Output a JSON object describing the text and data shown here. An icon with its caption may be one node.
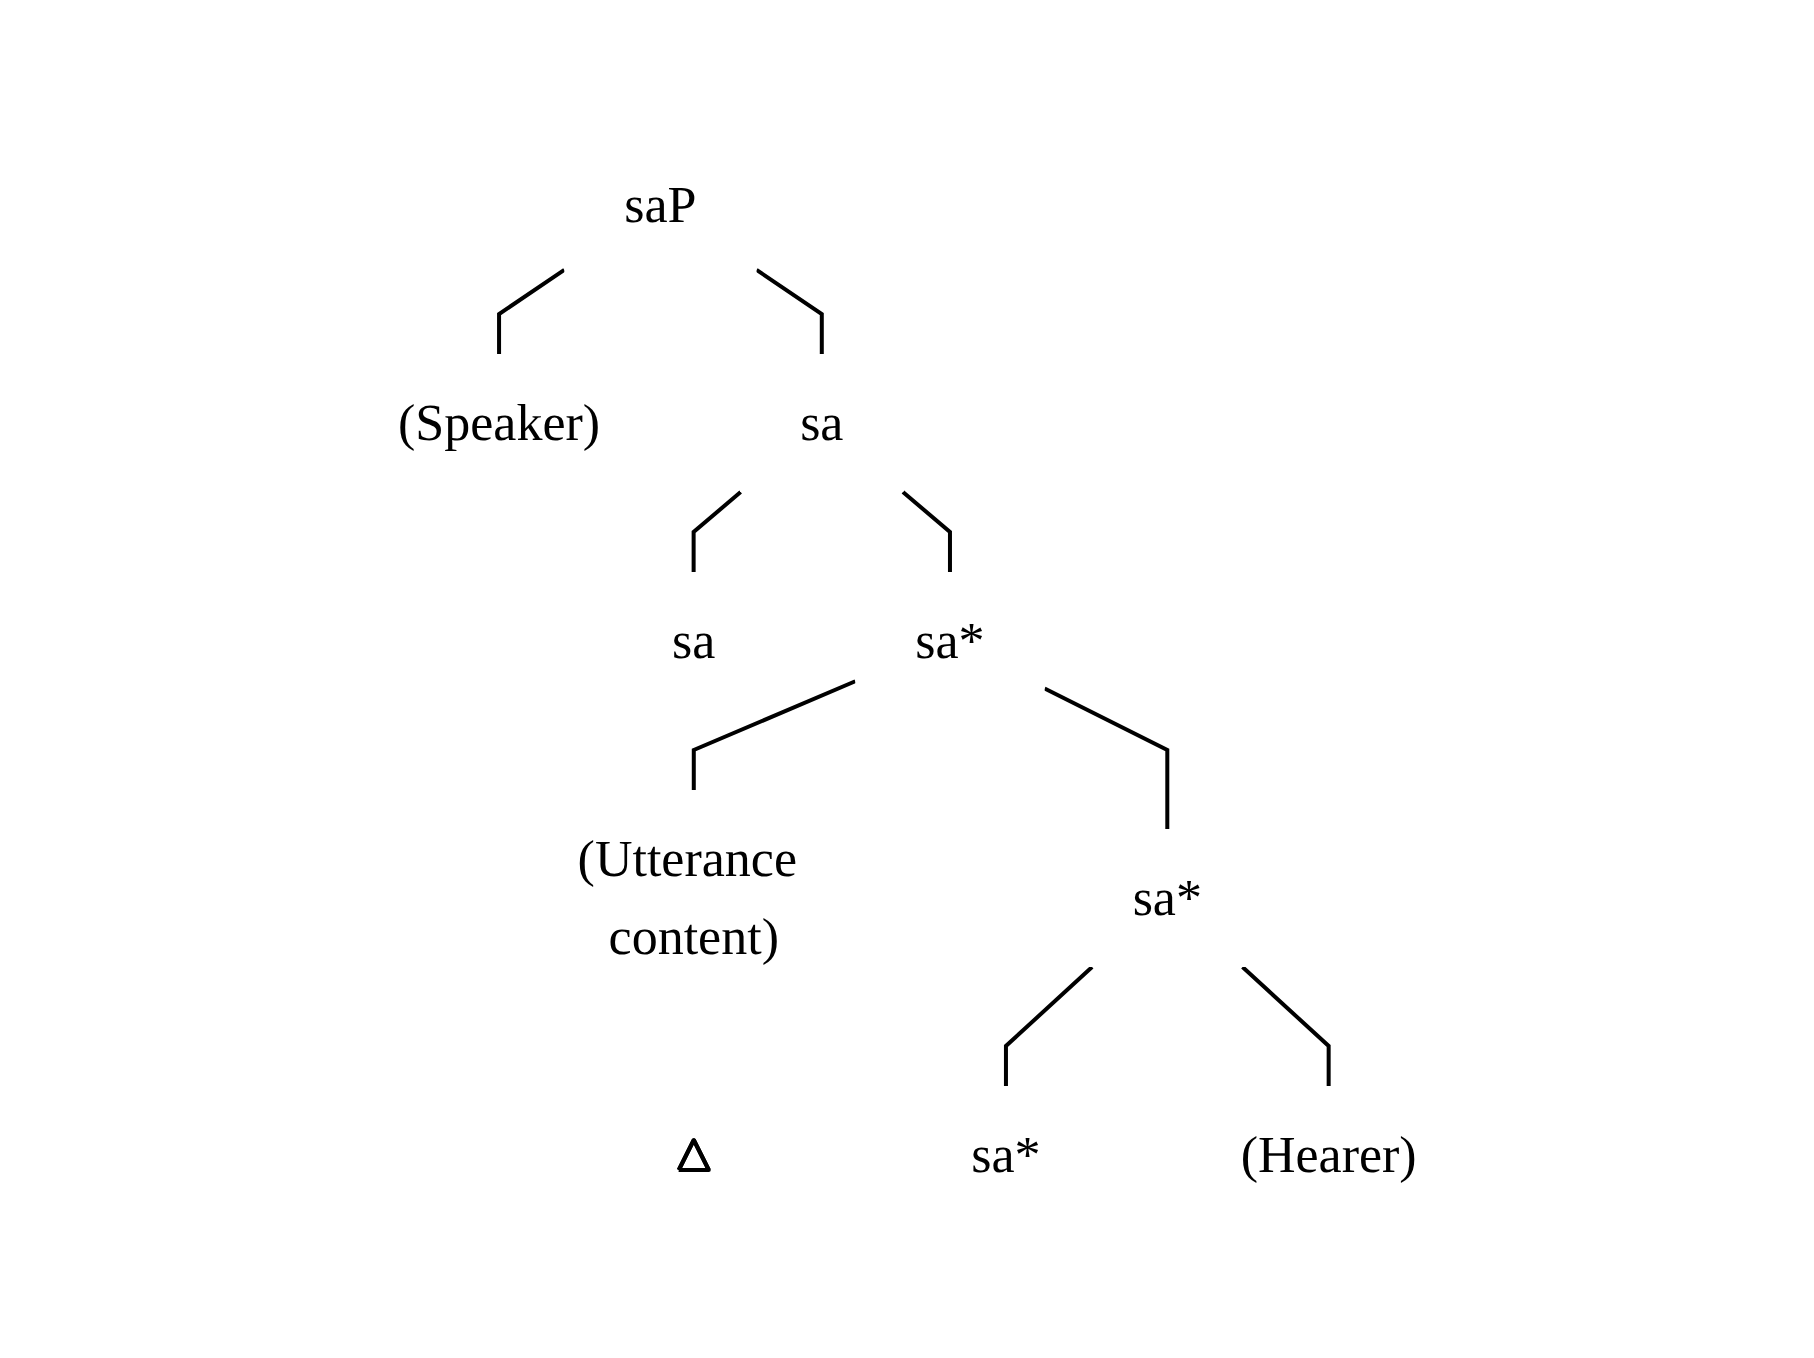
{
  "diagram": {
    "nodes": [
      {
        "text": [
          "saP"
        ]
      },
      {
        "text": [
          "(Speaker)"
        ]
      },
      {
        "text": [
          "sa"
        ]
      },
      {
        "text": [
          "sa"
        ]
      },
      {
        "text": [
          "sa*"
        ]
      },
      {
        "text": [
          "(Utterance content)"
        ]
      },
      {
        "text": [
          "sa*"
        ]
      },
      {
        "text": [],
        "shape": "triangle"
      },
      {
        "text": [
          "sa*"
        ]
      },
      {
        "text": [
          "(Hearer)"
        ]
      }
    ],
    "edges": [
      {
        "from": 0,
        "to": 1,
        "arrow": "none"
      },
      {
        "from": 0,
        "to": 2,
        "arrow": "none"
      },
      {
        "from": 2,
        "to": 3,
        "arrow": "none"
      },
      {
        "from": 2,
        "to": 4,
        "arrow": "none"
      },
      {
        "from": 4,
        "to": 5,
        "arrow": "none"
      },
      {
        "from": 4,
        "to": 6,
        "arrow": "none"
      },
      {
        "from": 6,
        "to": 8,
        "arrow": "none"
      },
      {
        "from": 6,
        "to": 9,
        "arrow": "none"
      }
    ]
  }
}
